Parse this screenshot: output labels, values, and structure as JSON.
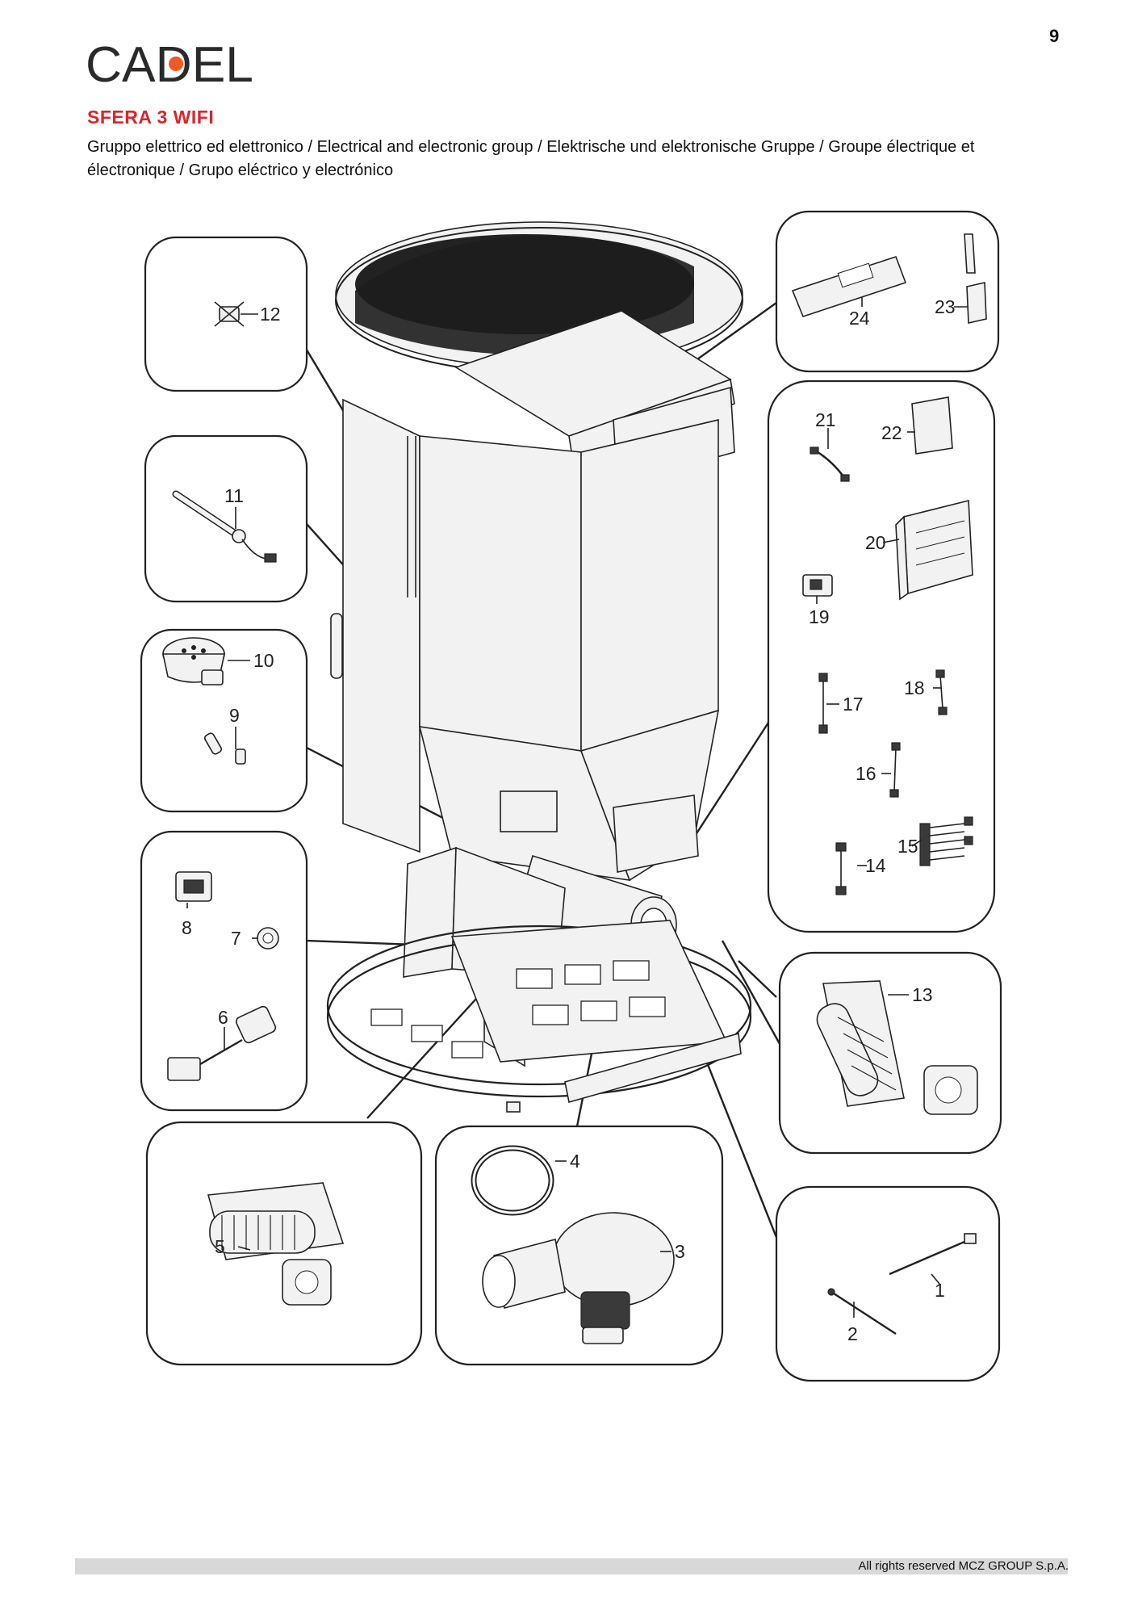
{
  "page": {
    "number": "9"
  },
  "brand": {
    "logo_text": "CADEL",
    "accent_color": "#f05a22"
  },
  "header": {
    "model": "SFERA 3 WIFI",
    "subtitle": "Gruppo elettrico ed elettronico / Electrical and electronic group / Elektrische und elektronische Gruppe / Groupe électrique et électronique / Grupo eléctrico y electrónico"
  },
  "diagram": {
    "callouts": {
      "p1": "1",
      "p2": "2",
      "p3": "3",
      "p4": "4",
      "p5": "5",
      "p6": "6",
      "p7": "7",
      "p8": "8",
      "p9": "9",
      "p10": "10",
      "p11": "11",
      "p12": "12",
      "p13": "13",
      "p14": "14",
      "p15": "15",
      "p16": "16",
      "p17": "17",
      "p18": "18",
      "p19": "19",
      "p20": "20",
      "p21": "21",
      "p22": "22",
      "p23": "23",
      "p24": "24"
    }
  },
  "footer": {
    "text": "All rights reserved MCZ GROUP S.p.A."
  }
}
